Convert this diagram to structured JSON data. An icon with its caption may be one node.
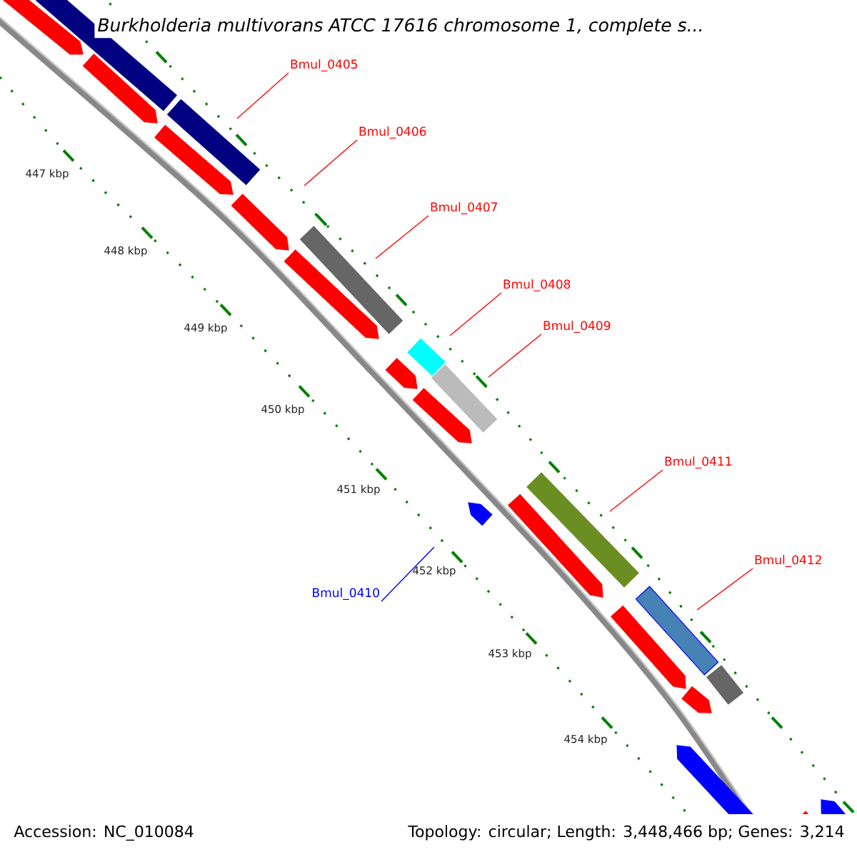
{
  "diagram": {
    "title": "Burkholderia multivorans ATCC 17616 chromosome 1, complete s...",
    "nodes": [
      {
        "text": [
          "Bmul_0405"
        ]
      },
      {
        "text": [
          "Bmul_0406"
        ]
      },
      {
        "text": [
          "Bmul_0407"
        ]
      },
      {
        "text": [
          "Bmul_0408"
        ]
      },
      {
        "text": [
          "Bmul_0409"
        ]
      },
      {
        "text": [
          "Bmul_0411"
        ]
      },
      {
        "text": [
          "Bmul_0412"
        ]
      },
      {
        "text": [
          "Bmul_0410"
        ]
      }
    ],
    "edges": [
      {
        "from": 0,
        "to": null,
        "arrow": "none"
      },
      {
        "from": 1,
        "to": null,
        "arrow": "none"
      },
      {
        "from": 2,
        "to": null,
        "arrow": "none"
      },
      {
        "from": 3,
        "to": null,
        "arrow": "none"
      },
      {
        "from": 4,
        "to": null,
        "arrow": "none"
      },
      {
        "from": 5,
        "to": null,
        "arrow": "none"
      },
      {
        "from": 6,
        "to": null,
        "arrow": "none"
      },
      {
        "from": 7,
        "to": null,
        "arrow": "none",
        "color": "#0000ff"
      }
    ],
    "labels": [
      "447 kbp",
      "448 kbp",
      "449 kbp",
      "450 kbp",
      "451 kbp",
      "452 kbp",
      "453 kbp",
      "454 kbp",
      "Accession: NC_010084",
      "Topology: circular; Length: 3,448,466 bp; Genes: 3,214"
    ]
  }
}
